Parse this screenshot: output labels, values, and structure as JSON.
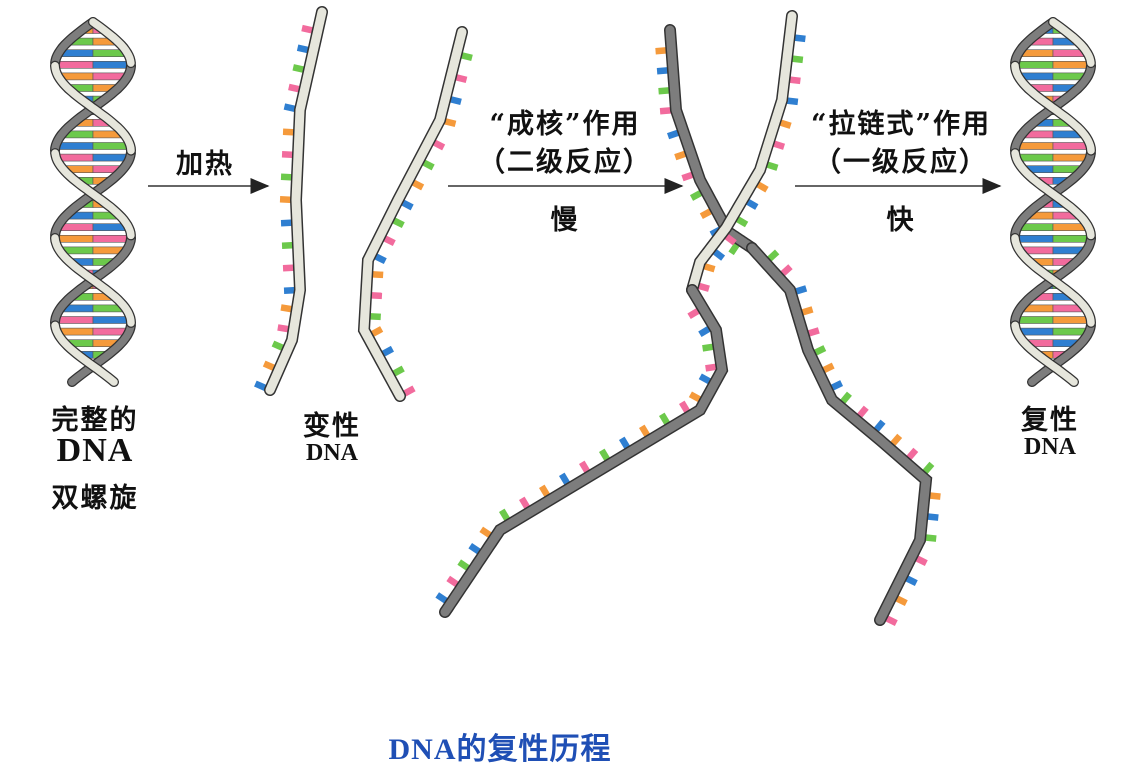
{
  "labels": {
    "intact_line1": "完整的",
    "intact_line2": "DNA",
    "intact_line3": "双螺旋",
    "denatured_line1": "变性",
    "denatured_line2": "DNA",
    "renatured_line1": "复性",
    "renatured_line2": "DNA"
  },
  "steps": [
    {
      "text": [
        "加热"
      ],
      "speed": ""
    },
    {
      "text": [
        "“成核”作用",
        "（二级反应）"
      ],
      "speed": "慢"
    },
    {
      "text": [
        "“拉链式”作用",
        "（一级反应）"
      ],
      "speed": "快"
    }
  ],
  "caption": "DNA的复性历程",
  "colors": {
    "base_pair": [
      "#f59a3b",
      "#f26b9d",
      "#2f7fd1",
      "#6cc94b"
    ],
    "backbone_light": "#e6e6dc",
    "backbone_dark": "#7d7d7d",
    "outline": "#333333",
    "caption": "#1f4fb5"
  }
}
